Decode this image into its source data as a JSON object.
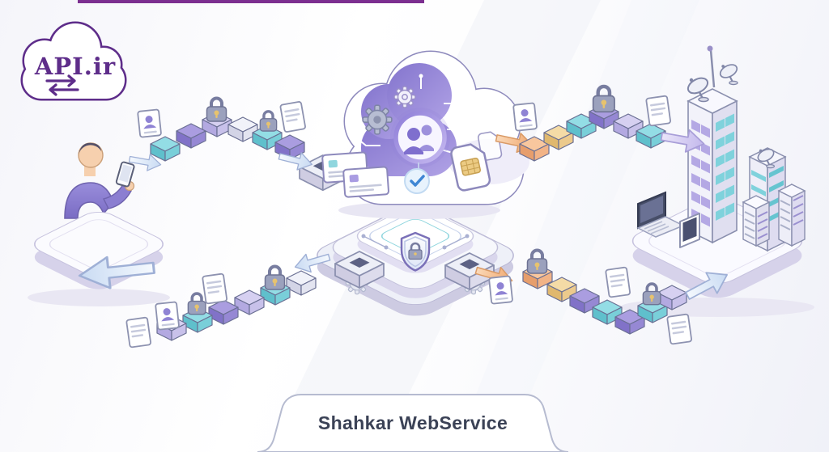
{
  "canvas": {
    "top_accent_line_color": "#7c2f90",
    "background_tint": "#f5f5fa"
  },
  "logo": {
    "text": "API.ir",
    "color": "#5e2d8a",
    "icons": [
      "cloud-logo-icon",
      "sync-arrows-icon"
    ]
  },
  "caption": {
    "label": "Shahkar WebService",
    "text_color": "#3b4256",
    "border_color": "#b6bbd0"
  },
  "palette": {
    "outline": "#6a6f93",
    "teal": "#7fd2dc",
    "purple": "#9487d8",
    "lavender": "#cbc3ee",
    "orange": "#f3b88e",
    "gold": "#edcc8d",
    "platform_top": "#ffffff",
    "platform_side": "#d7d3eb",
    "cloud_purple": "#9080d8",
    "lock_body": "#9ba1bd",
    "keyhole_gold": "#e7c36e",
    "check_blue": "#3e86d4",
    "chip_gold": "#eccb83"
  },
  "scene": {
    "left_node": {
      "name": "user-with-smartphone",
      "icons": [
        "person-user-icon",
        "smartphone-icon",
        "flow-arrow-icon",
        "photo-card-icon",
        "platform-icon"
      ]
    },
    "center_node": {
      "name": "api-cloud-service",
      "icons": [
        "cloud-icon",
        "gear-icon",
        "users-group-icon",
        "checkmark-icon",
        "sim-card-icon",
        "circuit-traces-icon",
        "shield-lock-icon",
        "id-card-icon",
        "platform-icon"
      ]
    },
    "right_node": {
      "name": "organization-datacenter",
      "icons": [
        "building-icon",
        "satellite-dish-icon",
        "antenna-icon",
        "laptop-icon",
        "tablet-icon",
        "server-rack-icon",
        "platform-icon"
      ]
    },
    "flows": [
      {
        "id": "user-to-cloud",
        "icons": [
          "data-block",
          "lock-icon",
          "photo-card-icon",
          "id-card-icon",
          "flow-arrow-icon"
        ]
      },
      {
        "id": "cloud-to-organization",
        "icons": [
          "data-block",
          "lock-icon",
          "photo-card-icon",
          "id-card-icon",
          "flow-arrow-icon"
        ]
      },
      {
        "id": "cloud-to-user",
        "icons": [
          "data-block",
          "lock-icon",
          "photo-card-icon",
          "id-card-icon",
          "flow-arrow-icon"
        ]
      },
      {
        "id": "organization-to-cloud",
        "icons": [
          "data-block",
          "lock-icon",
          "photo-card-icon",
          "id-card-icon",
          "flow-arrow-icon"
        ]
      }
    ]
  }
}
